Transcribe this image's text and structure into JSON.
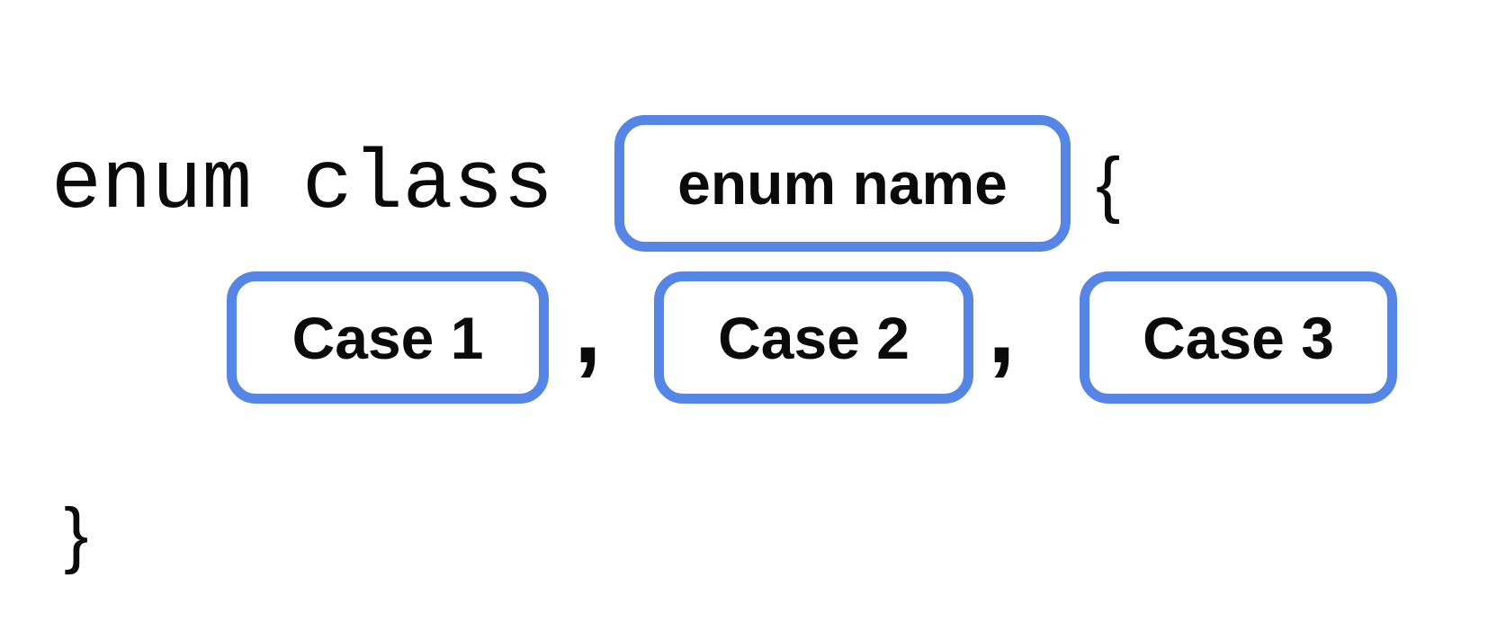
{
  "colors": {
    "box-border": "#5585E5",
    "ink": "#0a0a0a",
    "background": "#ffffff"
  },
  "diagram": {
    "keyword": "enum class",
    "open_brace": "{",
    "close_brace": "}",
    "separator": ",",
    "name_box": {
      "label": "enum name"
    },
    "cases": [
      {
        "label": "Case 1"
      },
      {
        "label": "Case 2"
      },
      {
        "label": "Case 3"
      }
    ]
  }
}
